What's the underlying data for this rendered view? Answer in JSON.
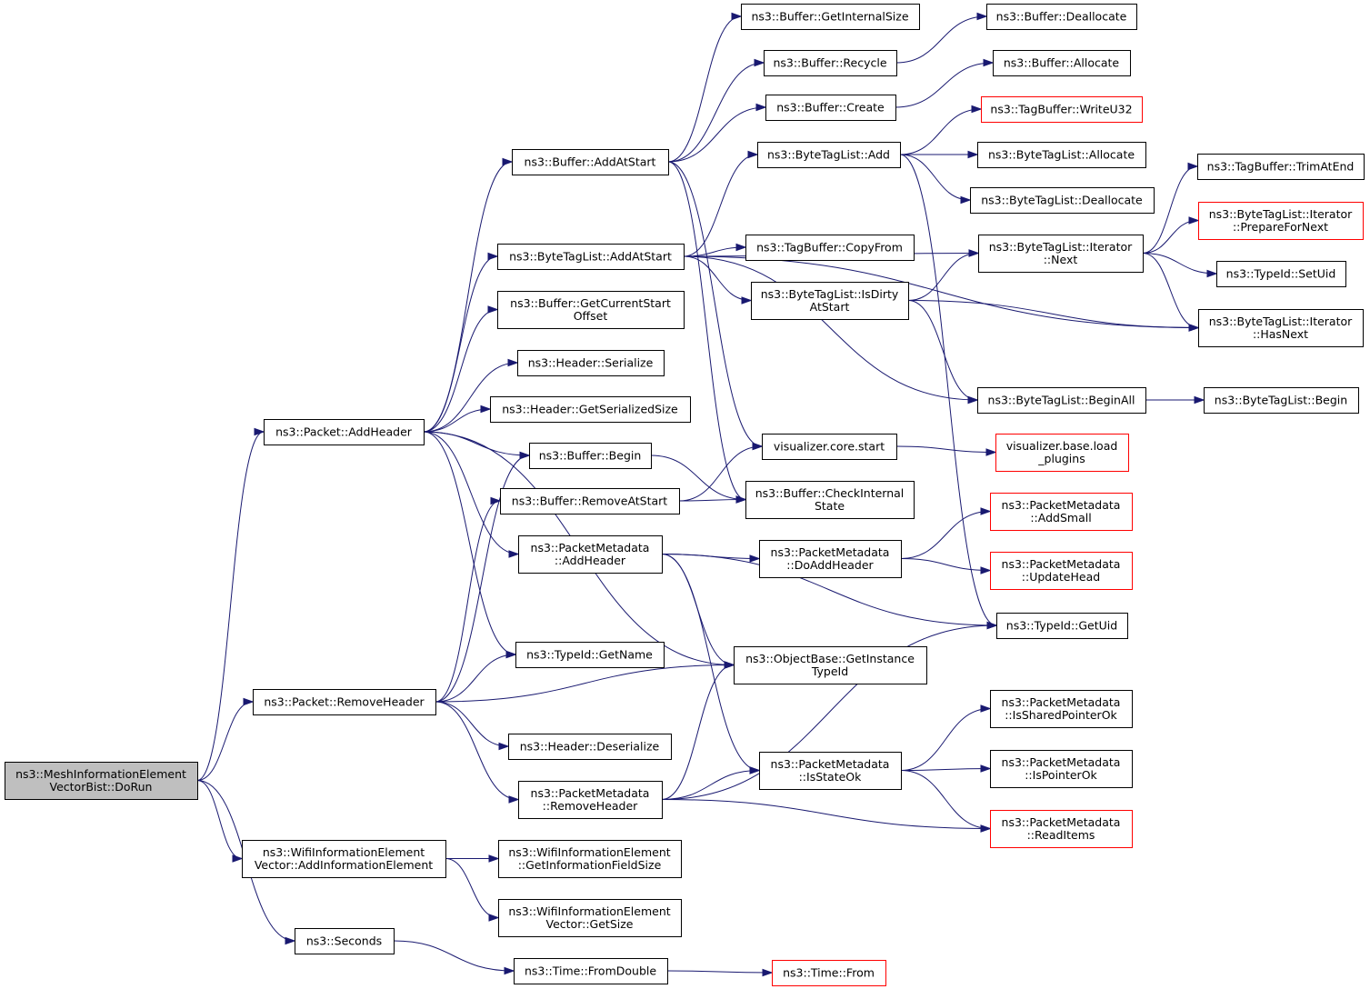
{
  "colors": {
    "edge": "#191970",
    "node_border": "#000000",
    "node_border_unresolved": "#ff0000",
    "root_fill": "#bfbfbf",
    "node_fill": "#ffffff"
  },
  "nodes": [
    {
      "id": "root",
      "lines": [
        "ns3::MeshInformationElement",
        "VectorBist::DoRun"
      ],
      "style": "root"
    },
    {
      "id": "addHeader",
      "lines": [
        "ns3::Packet::AddHeader"
      ]
    },
    {
      "id": "removeHeader",
      "lines": [
        "ns3::Packet::RemoveHeader"
      ]
    },
    {
      "id": "addInfoElem",
      "lines": [
        "ns3::WifiInformationElement",
        "Vector::AddInformationElement"
      ]
    },
    {
      "id": "seconds",
      "lines": [
        "ns3::Seconds"
      ]
    },
    {
      "id": "bufAddAtStart",
      "lines": [
        "ns3::Buffer::AddAtStart"
      ]
    },
    {
      "id": "btlAddAtStart",
      "lines": [
        "ns3::ByteTagList::AddAtStart"
      ]
    },
    {
      "id": "bufGetCurStart",
      "lines": [
        "ns3::Buffer::GetCurrentStart",
        "Offset"
      ]
    },
    {
      "id": "hdrSerialize",
      "lines": [
        "ns3::Header::Serialize"
      ]
    },
    {
      "id": "hdrGetSerSize",
      "lines": [
        "ns3::Header::GetSerializedSize"
      ]
    },
    {
      "id": "bufBegin",
      "lines": [
        "ns3::Buffer::Begin"
      ]
    },
    {
      "id": "bufRemoveAtStart",
      "lines": [
        "ns3::Buffer::RemoveAtStart"
      ]
    },
    {
      "id": "pmAddHeader",
      "lines": [
        "ns3::PacketMetadata",
        "::AddHeader"
      ]
    },
    {
      "id": "typeIdGetName",
      "lines": [
        "ns3::TypeId::GetName"
      ]
    },
    {
      "id": "hdrDeserialize",
      "lines": [
        "ns3::Header::Deserialize"
      ]
    },
    {
      "id": "pmRemoveHeader",
      "lines": [
        "ns3::PacketMetadata",
        "::RemoveHeader"
      ]
    },
    {
      "id": "wieGetInfoFieldSize",
      "lines": [
        "ns3::WifiInformationElement",
        "::GetInformationFieldSize"
      ]
    },
    {
      "id": "wieGetSize",
      "lines": [
        "ns3::WifiInformationElement",
        "Vector::GetSize"
      ]
    },
    {
      "id": "timeFromDouble",
      "lines": [
        "ns3::Time::FromDouble"
      ]
    },
    {
      "id": "bufGetInternalSize",
      "lines": [
        "ns3::Buffer::GetInternalSize"
      ]
    },
    {
      "id": "bufRecycle",
      "lines": [
        "ns3::Buffer::Recycle"
      ]
    },
    {
      "id": "bufCreate",
      "lines": [
        "ns3::Buffer::Create"
      ]
    },
    {
      "id": "btlAdd",
      "lines": [
        "ns3::ByteTagList::Add"
      ]
    },
    {
      "id": "tbCopyFrom",
      "lines": [
        "ns3::TagBuffer::CopyFrom"
      ]
    },
    {
      "id": "btlIsDirty",
      "lines": [
        "ns3::ByteTagList::IsDirty",
        "AtStart"
      ]
    },
    {
      "id": "vizStart",
      "lines": [
        "visualizer.core.start"
      ]
    },
    {
      "id": "bufCheckInternal",
      "lines": [
        "ns3::Buffer::CheckInternal",
        "State"
      ]
    },
    {
      "id": "pmDoAddHeader",
      "lines": [
        "ns3::PacketMetadata",
        "::DoAddHeader"
      ]
    },
    {
      "id": "obGetInstTypeId",
      "lines": [
        "ns3::ObjectBase::GetInstance",
        "TypeId"
      ]
    },
    {
      "id": "pmIsStateOk",
      "lines": [
        "ns3::PacketMetadata",
        "::IsStateOk"
      ]
    },
    {
      "id": "timeFrom",
      "lines": [
        "ns3::Time::From"
      ],
      "style": "red"
    },
    {
      "id": "bufDeallocate",
      "lines": [
        "ns3::Buffer::Deallocate"
      ]
    },
    {
      "id": "bufAllocate",
      "lines": [
        "ns3::Buffer::Allocate"
      ]
    },
    {
      "id": "tbWriteU32",
      "lines": [
        "ns3::TagBuffer::WriteU32"
      ],
      "style": "red"
    },
    {
      "id": "btlAllocate",
      "lines": [
        "ns3::ByteTagList::Allocate"
      ]
    },
    {
      "id": "btlDeallocate",
      "lines": [
        "ns3::ByteTagList::Deallocate"
      ]
    },
    {
      "id": "btlIterNext",
      "lines": [
        "ns3::ByteTagList::Iterator",
        "::Next"
      ]
    },
    {
      "id": "btlBeginAll",
      "lines": [
        "ns3::ByteTagList::BeginAll"
      ]
    },
    {
      "id": "vizLoadPlugins",
      "lines": [
        "visualizer.base.load",
        "_plugins"
      ],
      "style": "red"
    },
    {
      "id": "pmAddSmall",
      "lines": [
        "ns3::PacketMetadata",
        "::AddSmall"
      ],
      "style": "red"
    },
    {
      "id": "pmUpdateHead",
      "lines": [
        "ns3::PacketMetadata",
        "::UpdateHead"
      ],
      "style": "red"
    },
    {
      "id": "typeIdGetUid",
      "lines": [
        "ns3::TypeId::GetUid"
      ]
    },
    {
      "id": "pmIsSharedPtrOk",
      "lines": [
        "ns3::PacketMetadata",
        "::IsSharedPointerOk"
      ]
    },
    {
      "id": "pmIsPointerOk",
      "lines": [
        "ns3::PacketMetadata",
        "::IsPointerOk"
      ]
    },
    {
      "id": "pmReadItems",
      "lines": [
        "ns3::PacketMetadata",
        "::ReadItems"
      ],
      "style": "red"
    },
    {
      "id": "tbTrimAtEnd",
      "lines": [
        "ns3::TagBuffer::TrimAtEnd"
      ]
    },
    {
      "id": "btlIterPrepare",
      "lines": [
        "ns3::ByteTagList::Iterator",
        "::PrepareForNext"
      ],
      "style": "red"
    },
    {
      "id": "typeIdSetUid",
      "lines": [
        "ns3::TypeId::SetUid"
      ]
    },
    {
      "id": "btlIterHasNext",
      "lines": [
        "ns3::ByteTagList::Iterator",
        "::HasNext"
      ]
    },
    {
      "id": "btlBegin",
      "lines": [
        "ns3::ByteTagList::Begin"
      ]
    }
  ],
  "edges": [
    {
      "from": "root",
      "to": "addHeader"
    },
    {
      "from": "root",
      "to": "removeHeader"
    },
    {
      "from": "root",
      "to": "addInfoElem"
    },
    {
      "from": "root",
      "to": "seconds"
    },
    {
      "from": "addHeader",
      "to": "bufAddAtStart"
    },
    {
      "from": "addHeader",
      "to": "btlAddAtStart"
    },
    {
      "from": "addHeader",
      "to": "bufGetCurStart"
    },
    {
      "from": "addHeader",
      "to": "hdrSerialize"
    },
    {
      "from": "addHeader",
      "to": "hdrGetSerSize"
    },
    {
      "from": "addHeader",
      "to": "bufBegin"
    },
    {
      "from": "addHeader",
      "to": "pmAddHeader"
    },
    {
      "from": "addHeader",
      "to": "typeIdGetName"
    },
    {
      "from": "addHeader",
      "to": "obGetInstTypeId"
    },
    {
      "from": "removeHeader",
      "to": "bufBegin"
    },
    {
      "from": "removeHeader",
      "to": "bufRemoveAtStart"
    },
    {
      "from": "removeHeader",
      "to": "typeIdGetName"
    },
    {
      "from": "removeHeader",
      "to": "obGetInstTypeId"
    },
    {
      "from": "removeHeader",
      "to": "hdrDeserialize"
    },
    {
      "from": "removeHeader",
      "to": "pmRemoveHeader"
    },
    {
      "from": "addInfoElem",
      "to": "wieGetInfoFieldSize"
    },
    {
      "from": "addInfoElem",
      "to": "wieGetSize"
    },
    {
      "from": "seconds",
      "to": "timeFromDouble"
    },
    {
      "from": "timeFromDouble",
      "to": "timeFrom"
    },
    {
      "from": "bufAddAtStart",
      "to": "bufGetInternalSize"
    },
    {
      "from": "bufAddAtStart",
      "to": "bufRecycle"
    },
    {
      "from": "bufAddAtStart",
      "to": "bufCreate"
    },
    {
      "from": "bufAddAtStart",
      "to": "vizStart"
    },
    {
      "from": "bufAddAtStart",
      "to": "bufCheckInternal"
    },
    {
      "from": "bufRecycle",
      "to": "bufDeallocate"
    },
    {
      "from": "bufCreate",
      "to": "bufAllocate"
    },
    {
      "from": "btlAddAtStart",
      "to": "btlAdd"
    },
    {
      "from": "btlAddAtStart",
      "to": "tbCopyFrom"
    },
    {
      "from": "btlAddAtStart",
      "to": "btlIsDirty"
    },
    {
      "from": "btlAddAtStart",
      "to": "btlIterNext"
    },
    {
      "from": "btlAddAtStart",
      "to": "btlIterHasNext"
    },
    {
      "from": "btlAddAtStart",
      "to": "btlBeginAll"
    },
    {
      "from": "btlAdd",
      "to": "tbWriteU32"
    },
    {
      "from": "btlAdd",
      "to": "btlAllocate"
    },
    {
      "from": "btlAdd",
      "to": "btlDeallocate"
    },
    {
      "from": "btlAdd",
      "to": "typeIdGetUid"
    },
    {
      "from": "btlIsDirty",
      "to": "btlIterNext"
    },
    {
      "from": "btlIsDirty",
      "to": "btlIterHasNext"
    },
    {
      "from": "btlIsDirty",
      "to": "btlBeginAll"
    },
    {
      "from": "btlIterNext",
      "to": "tbTrimAtEnd"
    },
    {
      "from": "btlIterNext",
      "to": "btlIterPrepare"
    },
    {
      "from": "btlIterNext",
      "to": "typeIdSetUid"
    },
    {
      "from": "btlIterNext",
      "to": "btlIterHasNext"
    },
    {
      "from": "btlBeginAll",
      "to": "btlBegin"
    },
    {
      "from": "bufBegin",
      "to": "bufCheckInternal"
    },
    {
      "from": "bufRemoveAtStart",
      "to": "vizStart"
    },
    {
      "from": "bufRemoveAtStart",
      "to": "bufCheckInternal"
    },
    {
      "from": "vizStart",
      "to": "vizLoadPlugins"
    },
    {
      "from": "pmAddHeader",
      "to": "pmDoAddHeader"
    },
    {
      "from": "pmAddHeader",
      "to": "typeIdGetUid"
    },
    {
      "from": "pmAddHeader",
      "to": "obGetInstTypeId"
    },
    {
      "from": "pmAddHeader",
      "to": "pmIsStateOk"
    },
    {
      "from": "pmDoAddHeader",
      "to": "pmAddSmall"
    },
    {
      "from": "pmDoAddHeader",
      "to": "pmUpdateHead"
    },
    {
      "from": "pmRemoveHeader",
      "to": "obGetInstTypeId"
    },
    {
      "from": "pmRemoveHeader",
      "to": "typeIdGetUid"
    },
    {
      "from": "pmRemoveHeader",
      "to": "pmIsStateOk"
    },
    {
      "from": "pmRemoveHeader",
      "to": "pmReadItems"
    },
    {
      "from": "pmIsStateOk",
      "to": "pmIsSharedPtrOk"
    },
    {
      "from": "pmIsStateOk",
      "to": "pmIsPointerOk"
    },
    {
      "from": "pmIsStateOk",
      "to": "pmReadItems"
    }
  ]
}
